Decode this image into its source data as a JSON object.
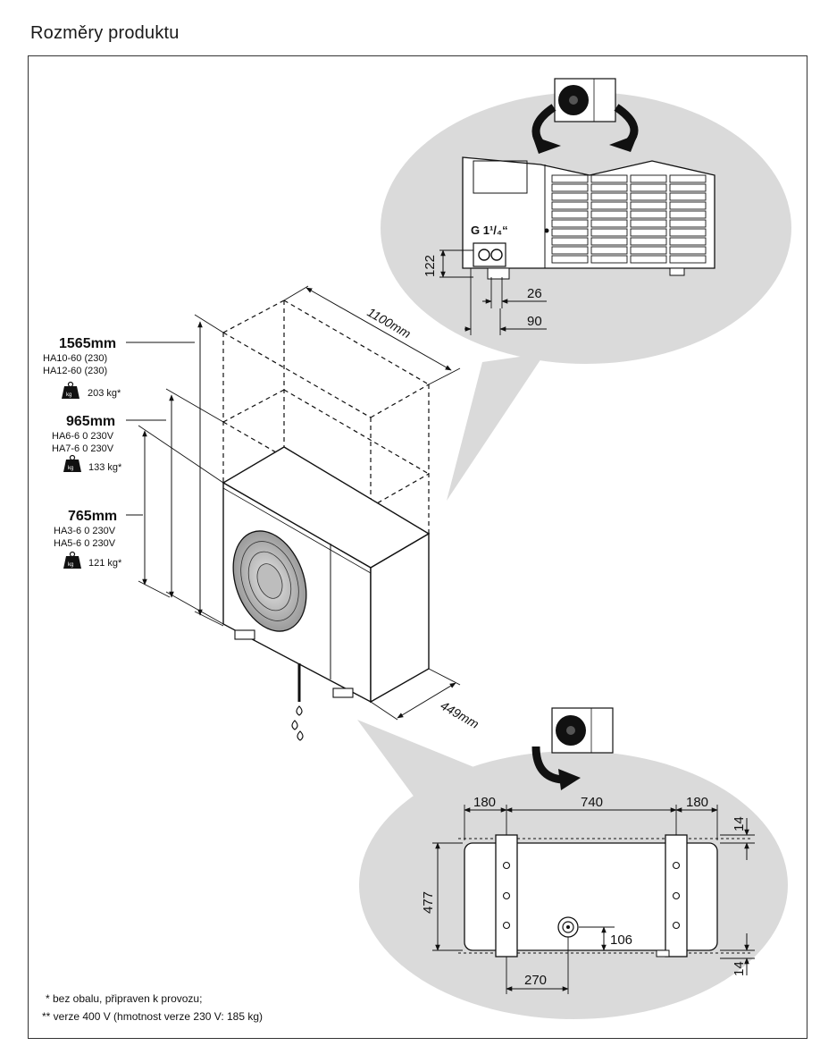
{
  "title": "Rozměry produktu",
  "dimensions": {
    "width": "1100mm",
    "depth": "449mm"
  },
  "variants": [
    {
      "height": "1565mm",
      "models": [
        "HA10-60 (230)",
        "HA12-60 (230)"
      ],
      "weight": "203 kg*"
    },
    {
      "height": "965mm",
      "models": [
        "HA6-6 0 230V",
        "HA7-6 0 230V"
      ],
      "weight": "133 kg*"
    },
    {
      "height": "765mm",
      "models": [
        "HA3-6 0 230V",
        "HA5-6 0 230V"
      ],
      "weight": "121 kg*"
    }
  ],
  "weight_icon_text": "kg",
  "connection_detail": {
    "thread": "G 1¹/₄“",
    "d_122": "122",
    "d_26": "26",
    "d_90": "90"
  },
  "base_detail": {
    "d_180_left": "180",
    "d_740": "740",
    "d_180_right": "180",
    "d_14_top": "14",
    "d_477": "477",
    "d_106": "106",
    "d_14_bottom": "14",
    "d_270": "270"
  },
  "footnotes": [
    "* bez obalu, připraven k provozu;",
    "** verze 400 V (hmotnost verze 230 V: 185 kg)"
  ],
  "colors": {
    "bubble": "#dadada",
    "unit_body": "#ffffff",
    "line": "#111111"
  }
}
